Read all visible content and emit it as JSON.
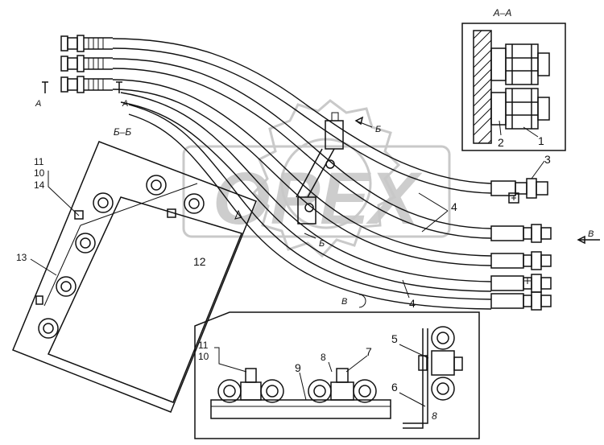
{
  "watermark": {
    "text": "OPEX",
    "color": "#c8c8c8"
  },
  "views": {
    "section_aa": {
      "title": "А–А"
    },
    "section_bb": {
      "title": "Б–Б"
    },
    "view_v": {
      "title": "В"
    }
  },
  "markers": {
    "a_left": "А",
    "a_right": "А",
    "b_top": "Б",
    "b_bottom": "Б",
    "v_arrow": "В"
  },
  "callouts": {
    "c1": "1",
    "c2": "2",
    "c3": "3",
    "c4a": "4",
    "c4b": "4",
    "c5": "5",
    "c6": "6",
    "c7": "7",
    "c8a": "8",
    "c8b": "8",
    "c9": "9",
    "c10a": "10",
    "c10b": "10",
    "c11a": "11",
    "c11b": "11",
    "c12": "12",
    "c13": "13",
    "c14": "14"
  }
}
